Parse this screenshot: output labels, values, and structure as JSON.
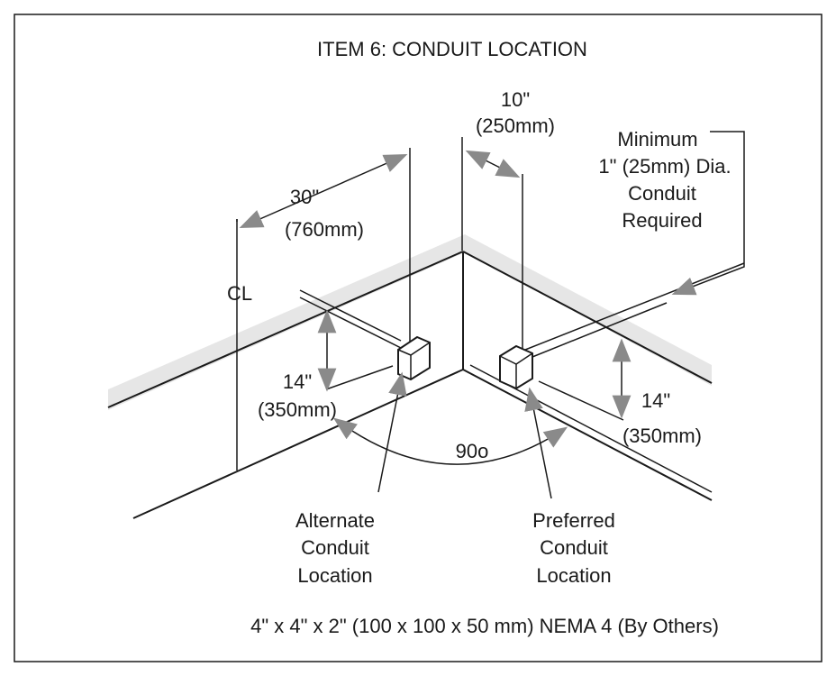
{
  "title": "ITEM 6: CONDUIT LOCATION",
  "footer": "4\" x 4\" x 2\" (100 x 100 x 50 mm) NEMA 4 (By Others)",
  "dimensions": {
    "top_offset": [
      "10\"",
      "(250mm)"
    ],
    "centerline_offset": [
      "30\"",
      "(760mm)"
    ],
    "left_height": [
      "14\"",
      "(350mm)"
    ],
    "right_height": [
      "14\"",
      "(350mm)"
    ],
    "angle": "90o"
  },
  "labels": {
    "centerline": "CL",
    "minimum_conduit": [
      "Minimum",
      "1\" (25mm) Dia.",
      "Conduit",
      "Required"
    ],
    "alternate": [
      "Alternate",
      "Conduit",
      "Location"
    ],
    "preferred": [
      "Preferred",
      "Conduit",
      "Location"
    ]
  },
  "colors": {
    "line": "#1a1a1a",
    "arrow": "#8a8a8a",
    "wall_band": "#e6e6e6"
  }
}
